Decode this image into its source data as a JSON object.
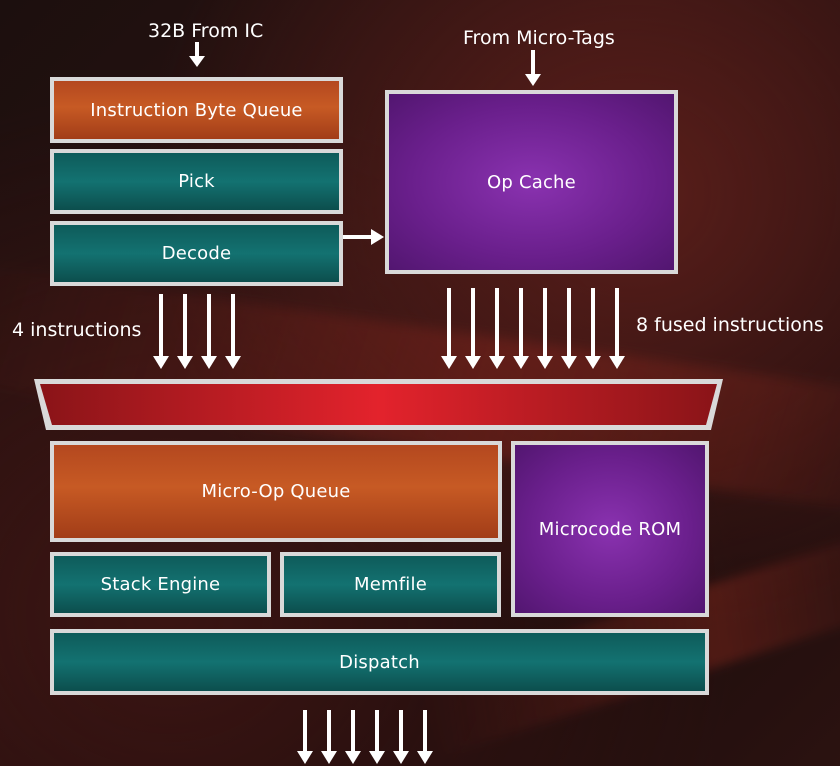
{
  "diagram": {
    "inputs": {
      "ic_label": "32B From IC",
      "tags_label": "From Micro-Tags"
    },
    "blocks": {
      "ibq": "Instruction Byte Queue",
      "pick": "Pick",
      "decode": "Decode",
      "op_cache": "Op Cache",
      "micro_op_queue": "Micro-Op Queue",
      "microcode_rom": "Microcode ROM",
      "stack_engine": "Stack Engine",
      "memfile": "Memfile",
      "dispatch": "Dispatch"
    },
    "annotations": {
      "decode_width": "4 instructions",
      "op_cache_width": "8 fused instructions"
    },
    "colors": {
      "orange": "#c75a24",
      "teal": "#137271",
      "purple": "#6a1f8c",
      "mux_red": "#d3202a",
      "border": "#d9d9d9"
    },
    "arrow_counts": {
      "decode_out": 4,
      "op_cache_out": 8,
      "dispatch_out": 6
    }
  }
}
